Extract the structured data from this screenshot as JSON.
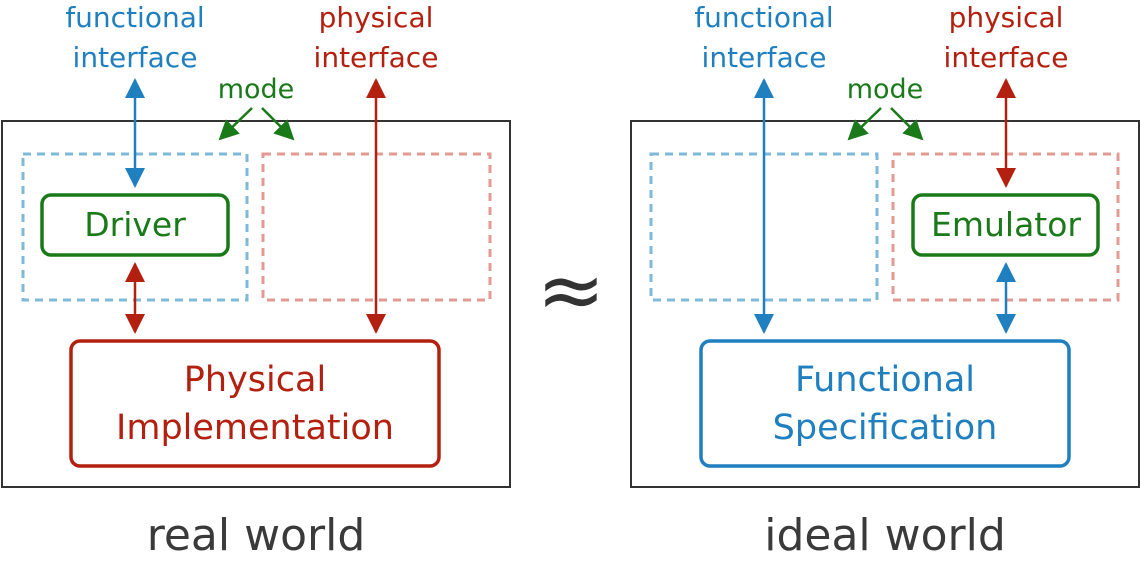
{
  "colors": {
    "blue": "#1f7fbf",
    "red": "#b32010",
    "green": "#1a7a1a",
    "dashed_blue": "#7fb8d8",
    "dashed_red": "#e39a92",
    "frame": "#333333",
    "caption": "#3a3a3a"
  },
  "left": {
    "functional_interface_line1": "functional",
    "functional_interface_line2": "interface",
    "physical_interface_line1": "physical",
    "physical_interface_line2": "interface",
    "mode": "mode",
    "driver": "Driver",
    "implementation_line1": "Physical",
    "implementation_line2": "Implementation",
    "caption": "real world"
  },
  "approx_symbol": "≈",
  "right": {
    "functional_interface_line1": "functional",
    "functional_interface_line2": "interface",
    "physical_interface_line1": "physical",
    "physical_interface_line2": "interface",
    "mode": "mode",
    "emulator": "Emulator",
    "specification_line1": "Functional",
    "specification_line2": "Specification",
    "caption": "ideal world"
  }
}
